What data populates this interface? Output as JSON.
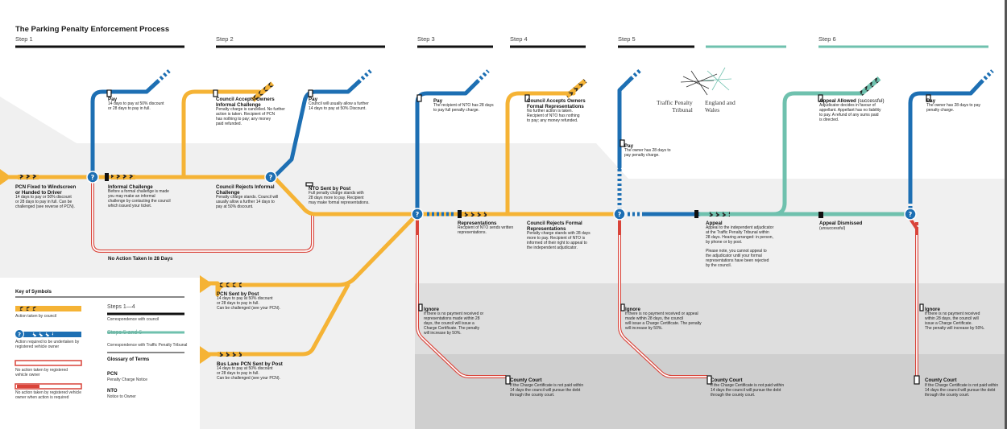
{
  "title": "The Parking Penalty Enforcement Process",
  "steps": [
    "Step 1",
    "Step 2",
    "Step 3",
    "Step 4",
    "Step 5",
    "Step 6"
  ],
  "colors": {
    "council": "#f5b335",
    "owner": "#1d6fb3",
    "tribunal": "#6fc1ae",
    "red": "#d9443a",
    "background": "#f0f0f0"
  },
  "nodes": {
    "pcn_fixed": {
      "title": "PCN Fixed to Windscreen\nor Handed to Driver",
      "text": "14 days to pay or 50% discount\nor 28 days to pay in full. Can be\nchallenged (see reverse of PCN)."
    },
    "pay1": {
      "title": "Pay",
      "text": "14 days to pay at 50% discount\nor 28 days to pay in full."
    },
    "informal": {
      "title": "Informal Challenge",
      "text": "Before a formal challenge is made\nyou may make an informal\nchallenge by contacting the council\nwhich issued your ticket."
    },
    "accepts_informal": {
      "title": "Council Accepts Owners\nInformal Challenge",
      "text": "Penalty charge is cancelled. No further\naction is taken. Recipient of PCN\nhas nothing to pay; any money\npaid refunded."
    },
    "pay2": {
      "title": "Pay",
      "text": "Council will usually allow a further\n14 days to pay at 50% Discount."
    },
    "rejects_informal": {
      "title": "Council Rejects Informal\nChallenge",
      "text": "Penalty charge stands. Council will\nusually allow a further 14 days to\npay at 50% discount."
    },
    "no_action": {
      "title": "No Action Taken In 28 Days",
      "text": ""
    },
    "nto": {
      "title": "NTO Sent by Post",
      "text": "Full penalty charge stands with\n28 days more to pay. Recipient\nmay make formal representations."
    },
    "pay3": {
      "title": "Pay",
      "text": "The recipient of NTO has 28 days\nto pay full penalty charge."
    },
    "representations": {
      "title": "Representations",
      "text": "Recipient of NTO sends written\nrepresentations."
    },
    "accepts_formal": {
      "title": "Council Accepts Owners\nFormal Representations",
      "text": "No further action is taken.\nRecipient of NTO has nothing\nto pay; any money refunded."
    },
    "rejects_formal": {
      "title": "Council Rejects Formal\nRepresentations",
      "text": "Penalty charge stands with 28 days\nmore to pay. Recipient of NTO is\ninformed of their right to appeal to\nthe independent adjudicator."
    },
    "pay4": {
      "title": "Pay",
      "text": "The owner has 28 days to\npay penalty charge."
    },
    "tribunal_name": "Traffic Penalty\nTribunal",
    "tribunal_region": "England and\nWales",
    "appeal_allowed": {
      "title": "Appeal Allowed",
      "note": "(successful)",
      "text": "Adjudicator decides in favour of\nappellant. Appellant has no liability\nto pay. A refund of any sums paid\nis directed."
    },
    "pay5": {
      "title": "Pay",
      "text": "The owner has 28 days to pay\npenalty charge."
    },
    "appeal": {
      "title": "Appeal",
      "text": "Appeal to the independent adjudicator\nat the Traffic Penalty Tribunal within\n28 days. Hearing arranged: in person,\nby phone or by post.\n\nPlease note, you cannot appeal to\nthe adjudicator until your formal\nrepresentations have been rejected\nby the council."
    },
    "appeal_dismissed": {
      "title": "Appeal Dismissed",
      "text": "(unsuccessful)"
    },
    "pcn_post": {
      "title": "PCN Sent by Post",
      "text": "14 days to pay at 50% discount\nor 28 days to pay in full.\nCan be challenged (see your PCN)."
    },
    "bus_lane": {
      "title": "Bus Lane PCN Sent by Post",
      "text": "14 days to pay at 50% discount\nor 28 days to pay in full.\nCan be challenged (see your PCN)."
    },
    "ignore1": {
      "title": "Ignore",
      "text": "If there is no payment received or\nrepresentations made within 28\ndays, the council will issue a\nCharge Certificate. The penalty\nwill increase by 50%."
    },
    "ignore2": {
      "title": "Ignore",
      "text": "If there is no payment received or appeal\nmade within 28 days, the council\nwill issue a Charge Certificate. The penalty\nwill increase by 50%."
    },
    "ignore3": {
      "title": "Ignore",
      "text": "If there is no payment received\nwithin 28 days, the council will\nissue a Charge Certificate.\nThe penalty will increase by 50%."
    },
    "county1": {
      "title": "County Court",
      "text": "If the Charge Certificate is not paid within\n14 days the council will pursue the debt\nthrough the county court."
    },
    "county2": {
      "title": "County Court",
      "text": "If the Charge Certificate is not paid within\n14 days the council will pursue the debt\nthrough the county court."
    },
    "county3": {
      "title": "County Court",
      "text": "If the Charge Certificate is not paid within\n14 days the council will pursue the debt\nthrough the county court."
    }
  },
  "key": {
    "title": "Key of Symbols",
    "council": "Action taken by council",
    "owner": "Action required to be undertaken by\nregistered vehicle owner",
    "no_action": "No action taken by registered\nvehicle owner",
    "no_action_req": "No action taken by registered vehicle\nowner when action is required",
    "steps14_label": "Steps 1—4",
    "steps14_desc": "Correspondence with council",
    "steps56_label": "Steps 5 and 6",
    "steps56_desc": "Correspondence with Traffic Penalty Tribunal",
    "glossary_title": "Glossary of Terms",
    "pcn_term": "PCN",
    "pcn_def": "Penalty Charge Notice",
    "nto_term": "NTO",
    "nto_def": "Notice to Owner"
  }
}
